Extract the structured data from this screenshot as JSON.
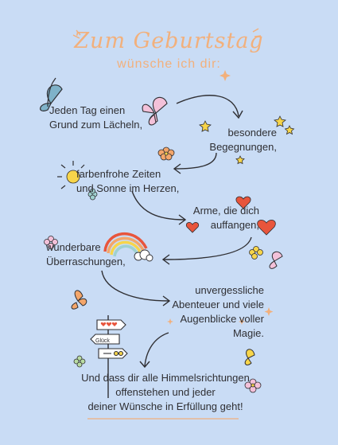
{
  "title": "Zum Geburtstag",
  "subtitle": "wünsche ich dir:",
  "wishes": [
    {
      "line1": "Jeden Tag einen",
      "line2": "Grund zum Lächeln,"
    },
    {
      "line1": "besondere",
      "line2": "Begegnungen,"
    },
    {
      "line1": "farbenfrohe Zeiten",
      "line2": "und Sonne im Herzen,"
    },
    {
      "line1": "Arme, die dich",
      "line2": "auffangen,"
    },
    {
      "line1": "wunderbare",
      "line2": "Überraschungen,"
    },
    {
      "line1": "unvergessliche",
      "line2": "Abenteuer und viele",
      "line3": "Augenblicke voller",
      "line4": "Magie."
    },
    {
      "line1": "Und dass dir alle Himmelsrichtungen",
      "line2": "offenstehen und jeder",
      "line3": "deiner Wünsche in Erfüllung geht!"
    }
  ],
  "signpost": {
    "label": "Glück"
  },
  "colors": {
    "background": "#c9dcf5",
    "accent": "#f2b07c",
    "text": "#2f2f33",
    "heart": "#e8553c"
  },
  "icons": [
    "butterfly-icon",
    "flower-icon",
    "star-icon",
    "sun-icon",
    "heart-icon",
    "rainbow-icon",
    "signpost-icon",
    "sparkle-icon"
  ]
}
